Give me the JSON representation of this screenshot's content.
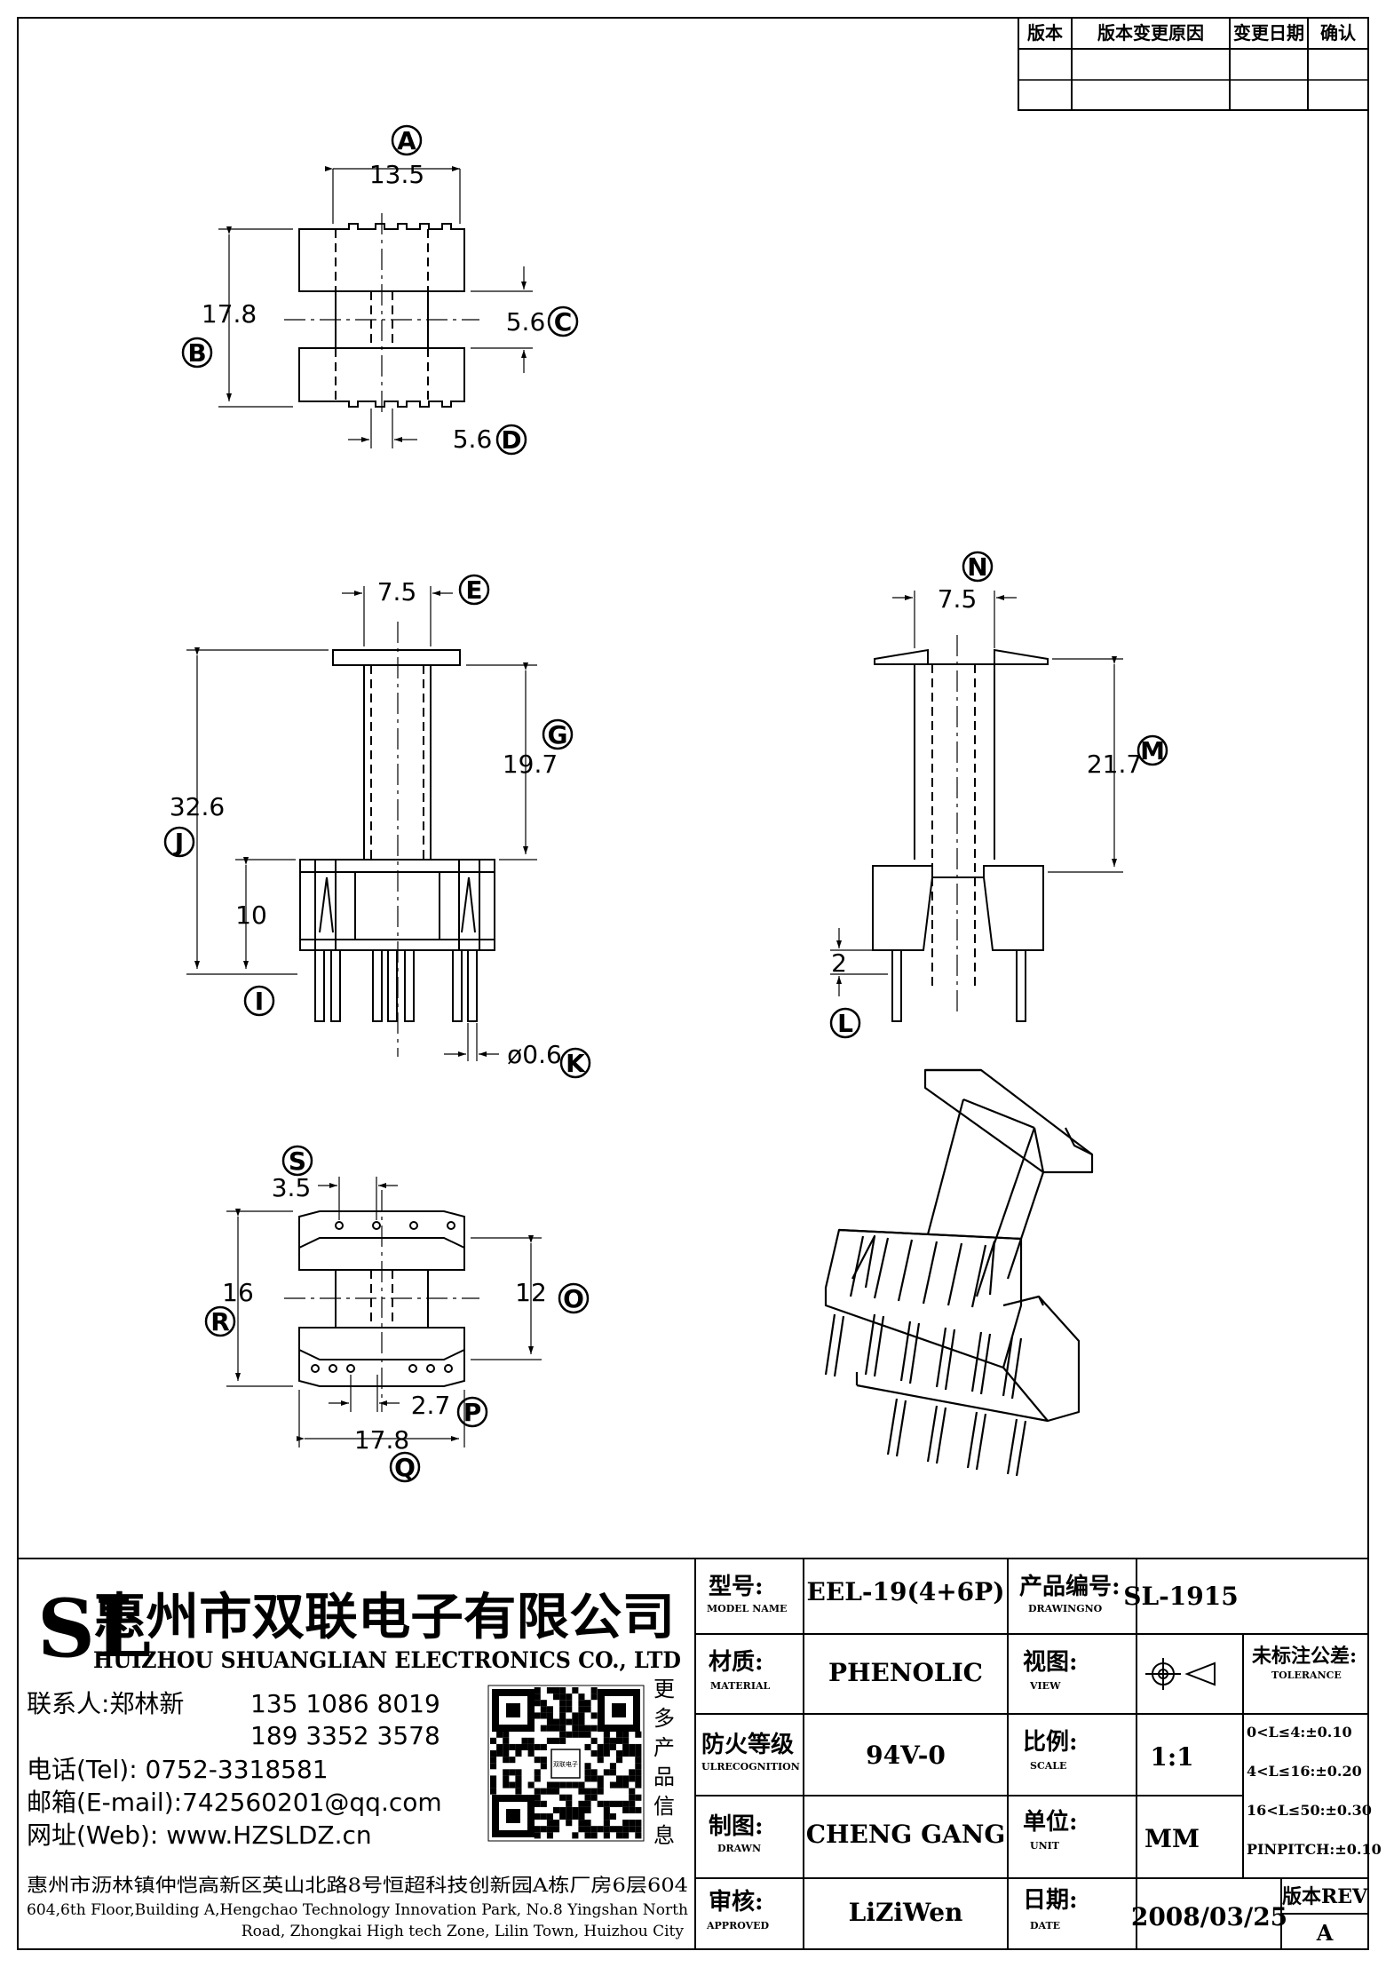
{
  "revision_table": {
    "headers": [
      "版本",
      "版本变更原因",
      "变更日期",
      "确认"
    ]
  },
  "views": {
    "top": {
      "labels": [
        "A",
        "B",
        "C",
        "D"
      ],
      "dims": [
        "13.5",
        "17.8",
        "5.6",
        "5.6"
      ]
    },
    "front": {
      "labels": [
        "E",
        "G",
        "J",
        "I",
        "K"
      ],
      "dims": [
        "7.5",
        "19.7",
        "32.6",
        "10",
        "ø0.6"
      ]
    },
    "side": {
      "labels": [
        "N",
        "M",
        "L"
      ],
      "dims": [
        "7.5",
        "21.7",
        "2"
      ]
    },
    "bottom": {
      "labels": [
        "S",
        "R",
        "O",
        "P",
        "Q"
      ],
      "dims": [
        "3.5",
        "16",
        "12",
        "2.7",
        "17.8"
      ]
    }
  },
  "company": {
    "logo": "SL",
    "name_zh": "惠州市双联电子有限公司",
    "name_en": "HUIZHOU SHUANGLIAN ELECTRONICS CO., LTD",
    "contact_label": "联系人:郑林新",
    "phone1": "135 1086 8019",
    "phone2": "189 3352 3578",
    "tel": "电话(Tel): 0752-3318581",
    "email": "邮箱(E-mail):742560201@qq.com",
    "web": "网址(Web): www.HZSLDZ.cn",
    "qr_caption": [
      "更",
      "多",
      "产",
      "品",
      "信",
      "息"
    ],
    "qr_center_text": "双联电子",
    "address_zh": "惠州市沥林镇仲恺高新区英山北路8号恒超科技创新园A栋厂房6层604",
    "address_en_1": "604,6th Floor,Building A,Hengchao Technology Innovation Park, No.8 Yingshan North",
    "address_en_2": "Road, Zhongkai High tech Zone, Lilin Town, Huizhou City"
  },
  "title_block": {
    "model_label_zh": "型号:",
    "model_label_en": "MODEL NAME",
    "model_value": "EEL-19(4+6P)",
    "drawing_label_zh": "产品编号:",
    "drawing_label_en": "DRAWINGNO",
    "drawing_value": "SL-1915",
    "material_label_zh": "材质:",
    "material_label_en": "MATERIAL",
    "material_value": "PHENOLIC",
    "view_label_zh": "视图:",
    "view_label_en": "VIEW",
    "tolerance_label_zh": "未标注公差:",
    "tolerance_label_en": "TOLERANCE",
    "fire_label_zh": "防火等级",
    "fire_label_en": "ULRECOGNITION",
    "fire_value": "94V-0",
    "scale_label_zh": "比例:",
    "scale_label_en": "SCALE",
    "scale_value": "1:1",
    "drawn_label_zh": "制图:",
    "drawn_label_en": "DRAWN",
    "drawn_value": "CHENG GANG",
    "unit_label_zh": "单位:",
    "unit_label_en": "UNIT",
    "unit_value": "MM",
    "approved_label_zh": "审核:",
    "approved_label_en": "APPROVED",
    "approved_value": "LiZiWen",
    "date_label_zh": "日期:",
    "date_label_en": "DATE",
    "date_value": "2008/03/25",
    "rev_label": "版本REV",
    "rev_value": "A",
    "tolerances": [
      "0<L≤4:±0.10",
      "4<L≤16:±0.20",
      "16<L≤50:±0.30",
      "PINPITCH:±0.10"
    ]
  }
}
